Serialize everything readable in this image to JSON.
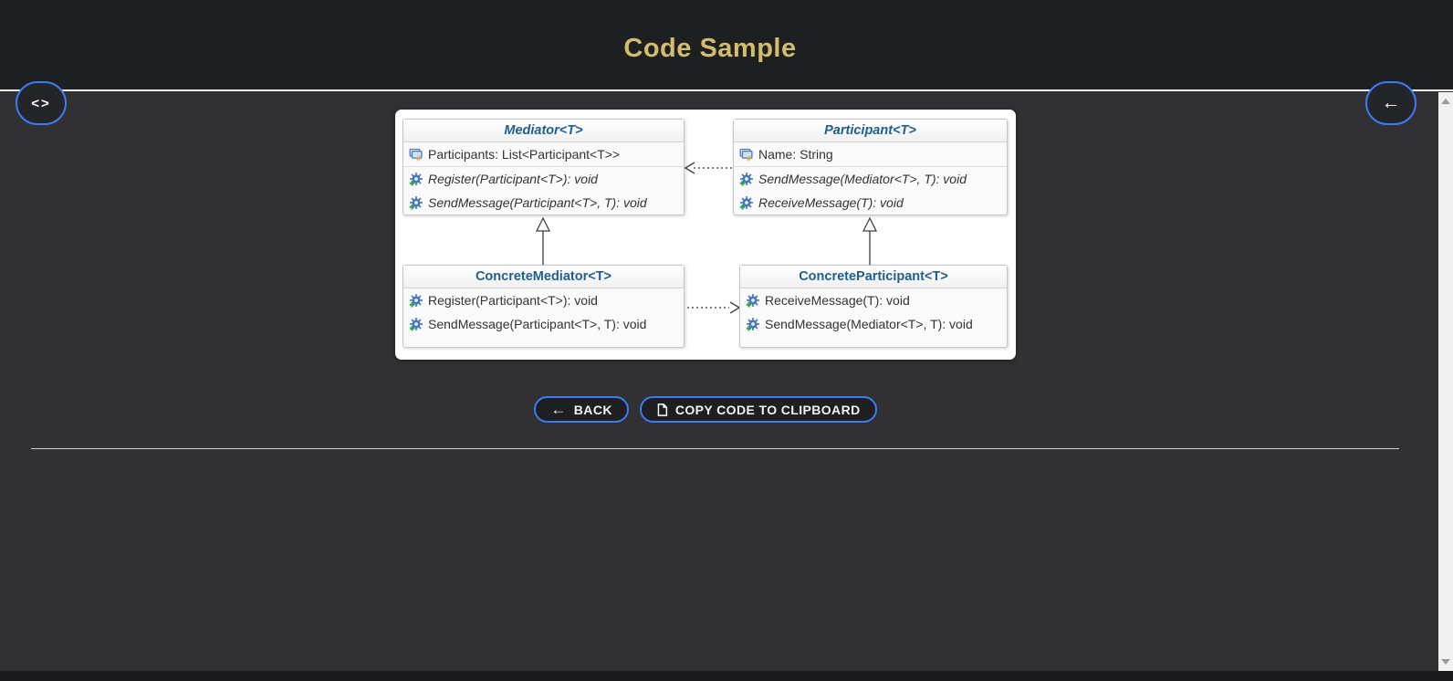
{
  "header": {
    "title": "Code Sample"
  },
  "nav": {
    "code_toggle_glyph": "<>",
    "back_arrow_glyph": "←"
  },
  "diagram": {
    "classes": [
      {
        "name": "Mediator<T>",
        "abstract": true,
        "fields": [
          "Participants: List<Participant<T>>"
        ],
        "methods": [
          "Register(Participant<T>): void",
          "SendMessage(Participant<T>, T): void"
        ]
      },
      {
        "name": "Participant<T>",
        "abstract": true,
        "fields": [
          "Name: String"
        ],
        "methods": [
          "SendMessage(Mediator<T>, T): void",
          "ReceiveMessage(T): void"
        ]
      },
      {
        "name": "ConcreteMediator<T>",
        "abstract": false,
        "fields": [],
        "methods": [
          "Register(Participant<T>): void",
          "SendMessage(Participant<T>, T): void"
        ]
      },
      {
        "name": "ConcreteParticipant<T>",
        "abstract": false,
        "fields": [],
        "methods": [
          "ReceiveMessage(T): void",
          "SendMessage(Mediator<T>, T): void"
        ]
      }
    ],
    "relations": [
      {
        "type": "dashed-dependency",
        "from": "Participant<T>",
        "to": "Mediator<T>"
      },
      {
        "type": "inheritance",
        "from": "ConcreteMediator<T>",
        "to": "Mediator<T>"
      },
      {
        "type": "inheritance",
        "from": "ConcreteParticipant<T>",
        "to": "Participant<T>"
      },
      {
        "type": "dashed-dependency",
        "from": "ConcreteMediator<T>",
        "to": "ConcreteParticipant<T>"
      }
    ]
  },
  "actions": {
    "back_glyph": "←",
    "back_label": "BACK",
    "copy_label": "COPY CODE TO CLIPBOARD"
  },
  "icons": {
    "field_icon": "blue window rectangle with yellow #",
    "method_icon": "blue gear with green plus",
    "copy_icon": "document page outline"
  },
  "colors": {
    "accent_blue": "#3d7bf5",
    "title_gold": "#d2bd6d",
    "class_title_blue": "#1f5e8f",
    "header_bg": "#1e1f21",
    "body_bg": "#313134"
  }
}
